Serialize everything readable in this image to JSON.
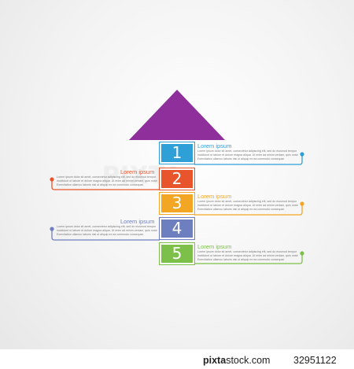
{
  "colors": {
    "arrow": "#8e2f9c",
    "line": "#cfcfcf"
  },
  "steps": [
    {
      "number": "1",
      "color": "#2f9fd8",
      "side": "right",
      "title": "Lorem ipsum",
      "body": [
        "Lorem ipsum dolor sit amet, consectetur adipiscing elit, sed do eiusmod tempor",
        "incididunt ut labore et dolore magna aliqua. Ut enim ad minim veniam, quis nostrud",
        "Exercitation ullamco laboris nisi ut aliquip ex ea commodo consequat."
      ]
    },
    {
      "number": "2",
      "color": "#e8542b",
      "side": "left",
      "title": "Lorem ipsum",
      "body": [
        "Lorem ipsum dolor sit amet, consectetur adipiscing elit, sed do eiusmod tempor",
        "incididunt ut labore et dolore magna aliqua. Ut enim ad minim veniam, quis nostrud",
        "Exercitation ullamco laboris nisi ut aliquip ex ea commodo consequat."
      ]
    },
    {
      "number": "3",
      "color": "#f3a623",
      "side": "right",
      "title": "Lorem ipsum",
      "body": [
        "Lorem ipsum dolor sit amet, consectetur adipiscing elit, sed do eiusmod tempor",
        "incididunt ut labore et dolore magna aliqua. Ut enim ad minim veniam, quis nostrud",
        "Exercitation ullamco laboris nisi ut aliquip ex ea commodo consequat."
      ]
    },
    {
      "number": "4",
      "color": "#6e7fc0",
      "side": "left",
      "title": "Lorem ipsum",
      "body": [
        "Lorem ipsum dolor sit amet, consectetur adipiscing elit, sed do eiusmod tempor",
        "incididunt ut labore et dolore magna aliqua. Ut enim ad minim veniam, quis nostrud",
        "Exercitation ullamco laboris nisi ut aliquip ex ea commodo consequat."
      ]
    },
    {
      "number": "5",
      "color": "#7cc04a",
      "side": "right",
      "title": "Lorem ipsum",
      "body": [
        "Lorem ipsum dolor sit amet, consectetur adipiscing elit, sed do eiusmod tempor",
        "incididunt ut labore et dolore magna aliqua. Ut enim ad minim veniam, quis nostrud",
        "Exercitation ullamco laboris nisi ut aliquip ex ea commodo consequat."
      ]
    }
  ],
  "watermark": "PIXTA",
  "footer": {
    "brand_prefix": "pixta",
    "brand_suffix": "stock.com",
    "image_number": "32951122"
  }
}
